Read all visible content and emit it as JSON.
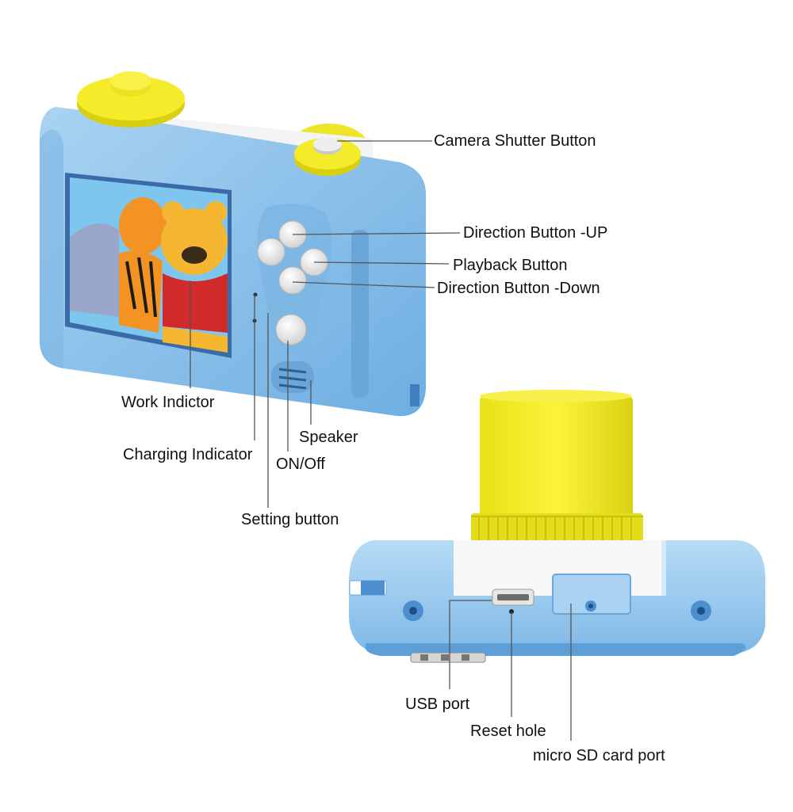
{
  "labels": {
    "shutter": "Camera Shutter Button",
    "dir_up": "Direction Button -UP",
    "playback": "Playback Button",
    "dir_down": "Direction Button -Down",
    "work": "Work Indictor",
    "charging": "Charging Indicator",
    "speaker": "Speaker",
    "onoff": "ON/Off",
    "setting": "Setting button",
    "usb": "USB port",
    "reset": "Reset hole",
    "sd": "micro SD card port"
  },
  "colors": {
    "body_blue": "#8fc3ea",
    "body_blue_dark": "#5d9fd6",
    "yellow": "#f4ec2a",
    "yellow_dark": "#d8d015",
    "white_band": "#f2f2f2",
    "leader_line": "#555555"
  }
}
